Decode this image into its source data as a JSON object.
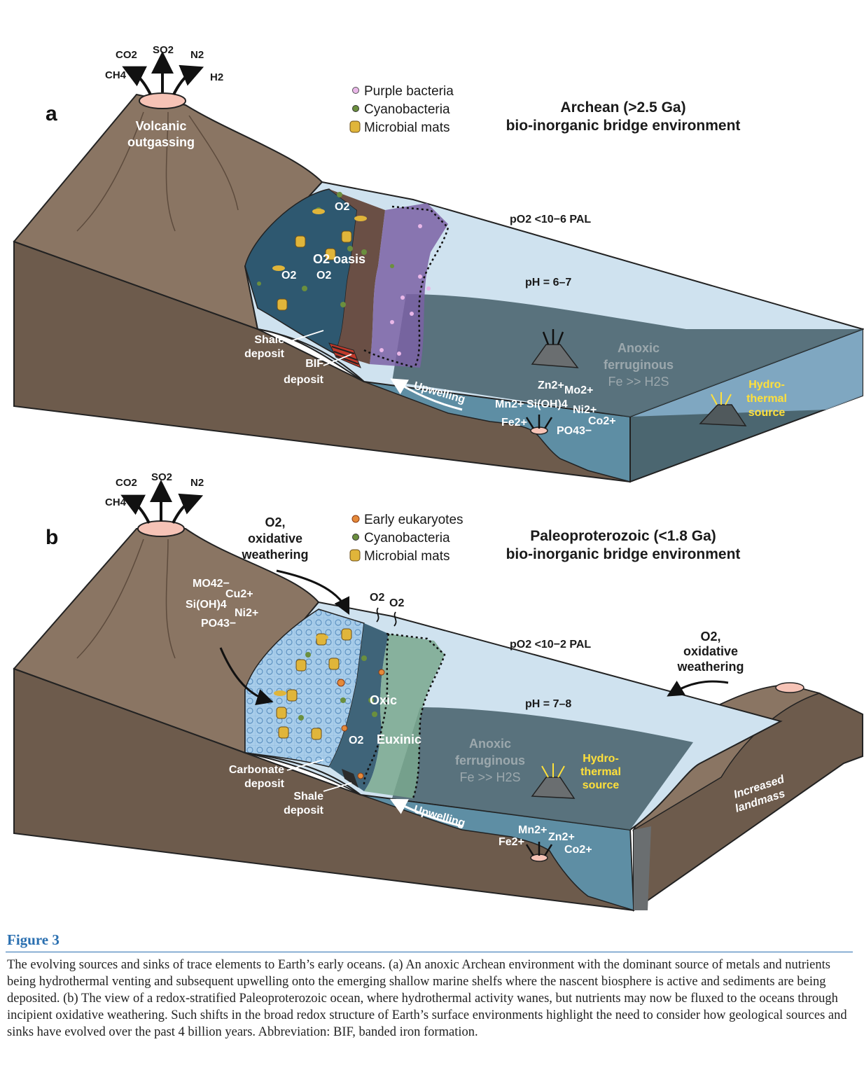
{
  "panel_a": {
    "letter": "a",
    "title_line1": "Archean (>2.5 Ga)",
    "title_line2": "bio-inorganic bridge environment",
    "legend": [
      "Purple bacteria",
      "Cyanobacteria",
      "Microbial mats"
    ],
    "gases": {
      "co2": "CO2",
      "so2": "SO2",
      "n2": "N2",
      "ch4": "CH4",
      "h2": "H2"
    },
    "volcano_label_1": "Volcanic",
    "volcano_label_2": "outgassing",
    "o2_oasis": "O2 oasis",
    "o2": "O2",
    "po2": "pO2 <10−6 PAL",
    "ph": "pH = 6–7",
    "anoxic_1": "Anoxic",
    "anoxic_2": "ferruginous",
    "anoxic_3": "Fe >> H2S",
    "hydro_1": "Hydro-",
    "hydro_2": "thermal",
    "hydro_3": "source",
    "shale_1": "Shale",
    "shale_2": "deposit",
    "bif_1": "BIF",
    "bif_2": "deposit",
    "upwelling": "Upwelling",
    "ions": {
      "zn": "Zn2+",
      "mo": "Mo2+",
      "mn": "Mn2+",
      "sioh": "Si(OH)4",
      "ni": "Ni2+",
      "fe": "Fe2+",
      "co": "Co2+",
      "po4": "PO43−"
    }
  },
  "panel_b": {
    "letter": "b",
    "title_line1": "Paleoproterozoic (<1.8 Ga)",
    "title_line2": "bio-inorganic bridge environment",
    "legend": [
      "Early eukaryotes",
      "Cyanobacteria",
      "Microbial mats"
    ],
    "gases": {
      "co2": "CO2",
      "so2": "SO2",
      "n2": "N2",
      "ch4": "CH4"
    },
    "weathering_1": "O2,",
    "weathering_2": "oxidative",
    "weathering_3": "weathering",
    "ions_land": {
      "mo4": "MO42−",
      "cu": "Cu2+",
      "sioh": "Si(OH)4",
      "ni": "Ni2+",
      "po4": "PO43−"
    },
    "o2": "O2",
    "oxic": "Oxic",
    "euxinic": "Euxinic",
    "po2": "pO2 <10−2 PAL",
    "ph": "pH = 7–8",
    "anoxic_1": "Anoxic",
    "anoxic_2": "ferruginous",
    "anoxic_3": "Fe >> H2S",
    "hydro_1": "Hydro-",
    "hydro_2": "thermal",
    "hydro_3": "source",
    "carbonate_1": "Carbonate",
    "carbonate_2": "deposit",
    "shale_1": "Shale",
    "shale_2": "deposit",
    "upwelling": "Upwelling",
    "ions": {
      "mn": "Mn2+",
      "fe": "Fe2+",
      "zn": "Zn2+",
      "co": "Co2+"
    },
    "landmass_1": "Increased",
    "landmass_2": "landmass"
  },
  "caption": {
    "figure_title": "Figure 3",
    "text": "The evolving sources and sinks of trace elements to Earth’s early oceans. (a) An anoxic Archean environment with the dominant source of metals and nutrients being hydrothermal venting and subsequent upwelling onto the emerging shallow marine shelfs where the nascent biosphere is active and sediments are being deposited. (b) The view of a redox-stratified Paleoproterozoic ocean, where hydrothermal activity wanes, but nutrients may now be fluxed to the oceans through incipient oxidative weathering. Such shifts in the broad redox structure of Earth’s surface environments highlight the need to consider how geological sources and sinks have evolved over the past 4 billion years. Abbreviation: BIF, banded iron formation."
  },
  "colors": {
    "rock": "#8a7563",
    "rock_dark": "#6d5b4c",
    "ocean_surface": "#cfe2ef",
    "deep_water": "#4f7f97",
    "anoxic_water": "#4b6670",
    "oasis": "#2e5870",
    "purple_zone": "#7b62a5",
    "oxic_zone": "#3f6479",
    "euxinic_zone": "#7aa88e",
    "carbonate": "#a7cdea",
    "label_yellow": "#ffe03a",
    "caption_blue": "#2a6fb0"
  }
}
